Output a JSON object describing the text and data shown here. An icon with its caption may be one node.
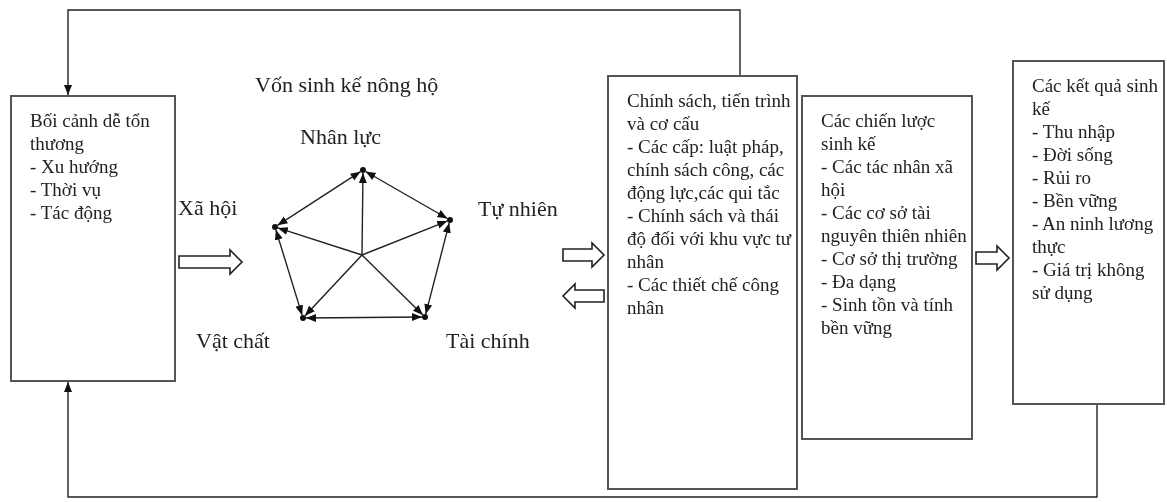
{
  "diagram": {
    "nodes": [
      {
        "text": [
          "Bối cảnh dễ tổn thương",
          "- Xu hướng",
          "- Thời vụ",
          "- Tác động"
        ]
      },
      {
        "text": [
          "Vốn sinh kế nông hộ"
        ]
      },
      {
        "text": [],
        "shape": "point",
        "in": 1
      },
      {
        "text": [],
        "shape": "point",
        "in": 1
      },
      {
        "text": [],
        "shape": "point",
        "in": 1
      },
      {
        "text": [],
        "shape": "point",
        "in": 1
      },
      {
        "text": [],
        "shape": "point",
        "in": 1
      },
      {
        "text": [
          "Chính sách, tiến trình và cơ cấu",
          "- Các cấp: luật pháp, chính sách công, các động lực,các qui tắc",
          "- Chính sách và thái độ đối với khu vực tư nhân",
          "- Các thiết chế công nhân"
        ]
      },
      {
        "text": [
          "Các chiến lược sinh kế",
          "- Các tác nhân xã hội",
          "- Các cơ sở tài nguyên thiên nhiên",
          "- Cơ sở thị trường",
          "- Đa dạng",
          "- Sinh tồn và tính bền vững"
        ]
      },
      {
        "text": [
          "Các kết quả sinh kế",
          "- Thu nhập",
          "- Đời sống",
          "- Rủi ro",
          "- Bền vững",
          "- An ninh lương thực",
          "- Giá trị không sử dụng"
        ]
      }
    ],
    "edges": [
      {
        "from": 0,
        "to": 1,
        "arrow": "to",
        "style": "thick"
      },
      {
        "from": 1,
        "to": 7,
        "arrow": "to",
        "style": "thick"
      },
      {
        "from": 7,
        "to": 1,
        "arrow": "to",
        "style": "thick"
      },
      {
        "from": 8,
        "to": 9,
        "arrow": "to",
        "style": "thick"
      },
      {
        "from": 7,
        "to": 0,
        "arrow": "to"
      },
      {
        "from": 9,
        "to": 0,
        "arrow": "to"
      },
      {
        "from": 2,
        "to": 3,
        "arrow": "both"
      },
      {
        "from": 3,
        "to": 4,
        "arrow": "both"
      },
      {
        "from": 4,
        "to": 5,
        "arrow": "both"
      },
      {
        "from": 5,
        "to": 6,
        "arrow": "both"
      },
      {
        "from": 6,
        "to": 2,
        "arrow": "both"
      },
      {
        "from": null,
        "to": 2,
        "arrow": "to"
      },
      {
        "from": null,
        "to": 3,
        "arrow": "to"
      },
      {
        "from": null,
        "to": 4,
        "arrow": "to"
      },
      {
        "from": null,
        "to": 5,
        "arrow": "to"
      },
      {
        "from": null,
        "to": 6,
        "arrow": "to"
      }
    ],
    "labels": [
      "Nhân lực",
      "Xã hội",
      "Tự nhiên",
      "Vật chất",
      "Tài chính"
    ]
  }
}
